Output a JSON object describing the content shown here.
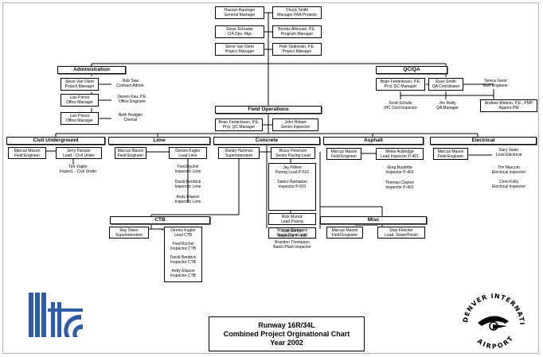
{
  "top": [
    {
      "left": [
        "Hassan Barzeger",
        "General Manager"
      ],
      "right": [
        "Chuck Smith",
        "Manager FAA Projects"
      ]
    },
    {
      "left": [
        "Steve Schuster",
        "CIA Ops. Mgr."
      ],
      "right": [
        "Brooks Allhouse, P.E.",
        "Program Manager"
      ]
    },
    {
      "left": [
        "Steve Van Oster",
        "Project Manager"
      ],
      "right": [
        "Pete Stakovski, P.E.",
        "Project Manager"
      ]
    }
  ],
  "administration": {
    "header": "Administration",
    "people": [
      [
        "Steve Van Oster",
        "Project Manager"
      ],
      [
        "Rob Saw",
        "Contract Admin."
      ],
      [
        "Luis Ponzo",
        "Office Manager"
      ],
      [
        "Steven Kau, P.E.",
        "Office Engineer"
      ],
      [
        "Luis Ponzo",
        "Office Manager"
      ],
      [
        "Beth Hodgkin",
        "Clerical"
      ]
    ]
  },
  "qcqa": {
    "header": "QC/QA",
    "people": [
      [
        "Brian Frederiksen, P.E.",
        "Proj. QC Manager"
      ],
      [
        "Russ Smith",
        "QA Coordinator"
      ],
      [
        "Tareca Genit",
        "Staff Engineer"
      ],
      [
        "Scott Schultz",
        "IHC Civil Inspector"
      ],
      [
        "Jim Reilly",
        "QA Manager"
      ],
      [
        "Andrew Watson, P.E., PMP",
        "Aguirre PM"
      ]
    ]
  },
  "field_operations": {
    "header": "Field Operations",
    "people": [
      [
        "Brian Frederiksen, P.E.",
        "Proj. QC Manager"
      ],
      [
        "John Hobart",
        "Senior Inspector"
      ]
    ]
  },
  "civil_underground": {
    "header": "Civil Underground",
    "people": [
      [
        "Marcus Mason",
        "Field Engineer"
      ],
      [
        "Jerry Fleisser",
        "Lead - Civil Under"
      ],
      [
        "Tim Vogler",
        "Inspect. - Civil Under"
      ]
    ]
  },
  "lime": {
    "header": "Lime",
    "people": [
      [
        "Marcus Mason",
        "Field Engineer"
      ],
      [
        "Dennis Kugler",
        "Lead Lime"
      ],
      [
        "Fred Rychel",
        "Inspector Lime"
      ],
      [
        "David Berdrick",
        "Inspector Lime"
      ],
      [
        "Andy Eliason",
        "Inspector Lime"
      ]
    ]
  },
  "concrete": {
    "header": "Concrete",
    "people": [
      [
        "Randy Hartman",
        "Superintendent"
      ],
      [
        "Bruce Peterson",
        "Senior Paving Lead"
      ],
      [
        "Jay Fillens",
        "Paving Lead P-501"
      ],
      [
        "Sabiro Ramadan",
        "Inspector P-501"
      ],
      [
        "Rick Munoz",
        "Lead Paving"
      ],
      [
        "Gail Morton",
        "Inspector P-401"
      ],
      [
        "Warren Simmons",
        "Batch Plant Lead"
      ],
      [
        "Brandon Thompson",
        "Batch Plant Inspector"
      ]
    ]
  },
  "asphalt": {
    "header": "Asphalt",
    "people": [
      [
        "Marcus Mason",
        "Field Engineer"
      ],
      [
        "Meike Aulbridge",
        "Lead Inspector P-401"
      ],
      [
        "Greg Burdette",
        "Inspector P-401"
      ],
      [
        "Thomas Clayton",
        "Inspector P-401"
      ]
    ]
  },
  "electrical": {
    "header": "Electrical",
    "people": [
      [
        "Marcus Mason",
        "Field Engineer"
      ],
      [
        "Gary Swier",
        "Lead Electrical"
      ],
      [
        "Tim Marcum",
        "Electrical Inspector"
      ],
      [
        "Chris Kelly",
        "Electrical Inspector"
      ]
    ]
  },
  "ctb": {
    "header": "CTB",
    "people": [
      [
        "Ray Owen",
        "Superintendent"
      ],
      [
        "Dennis Kugler",
        "Lead CTB"
      ],
      [
        "Fred Rychel",
        "Inspector CTB"
      ],
      [
        "David Berdrick",
        "Inspector CTB"
      ],
      [
        "Andy Eliason",
        "Inspector CTB"
      ]
    ]
  },
  "misc": {
    "header": "Misc",
    "people": [
      [
        "Marcus Mason",
        "Field Engineer"
      ],
      [
        "Stan Fletcher",
        "Lead, Stripe/Finish"
      ]
    ]
  },
  "title": {
    "line1": "Runway 16R/34L",
    "line2": "Combined Project Orginational Chart",
    "line3": "Year 2002"
  },
  "logos": {
    "left": "company-logo",
    "right": "denver-international-airport-logo",
    "right_text": "DENVER INTERNATIONAL AIRPORT"
  },
  "colors": {
    "logo_blue": "#2f5ba8"
  }
}
